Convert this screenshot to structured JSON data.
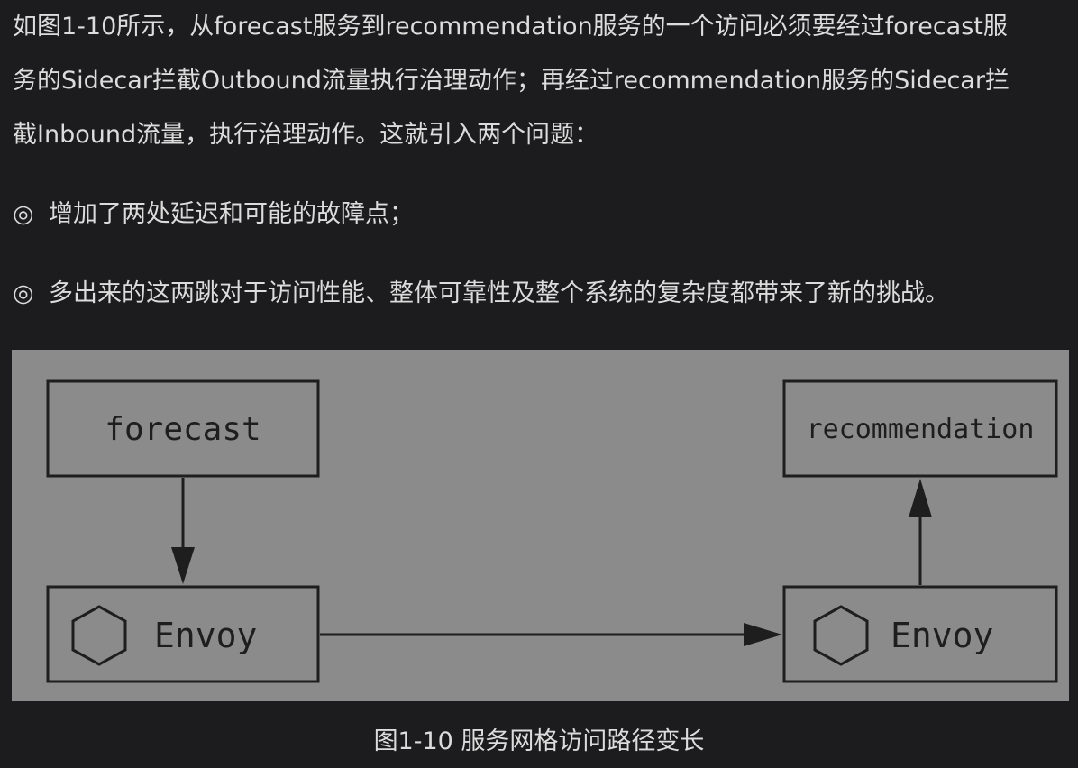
{
  "text": {
    "paragraph_lines": [
      "如图1-10所示，从forecast服务到recommendation服务的一个访问必须要经过forecast服",
      "务的Sidecar拦截Outbound流量执行治理动作；再经过recommendation服务的Sidecar拦",
      "截Inbound流量，执行治理动作。这就引入两个问题："
    ],
    "bullet_mark": "◎",
    "bullets": [
      "增加了两处延迟和可能的故障点；",
      "多出来的这两跳对于访问性能、整体可靠性及整个系统的复杂度都带来了新的挑战。"
    ]
  },
  "diagram": {
    "nodes": {
      "forecast": "forecast",
      "recommendation": "recommendation",
      "envoy_left": "Envoy",
      "envoy_right": "Envoy"
    },
    "icon": "hexagon-icon",
    "background_color": "#8b8b8b",
    "stroke_color": "#1e1e1e"
  },
  "caption": "图1-10 服务网格访问路径变长"
}
